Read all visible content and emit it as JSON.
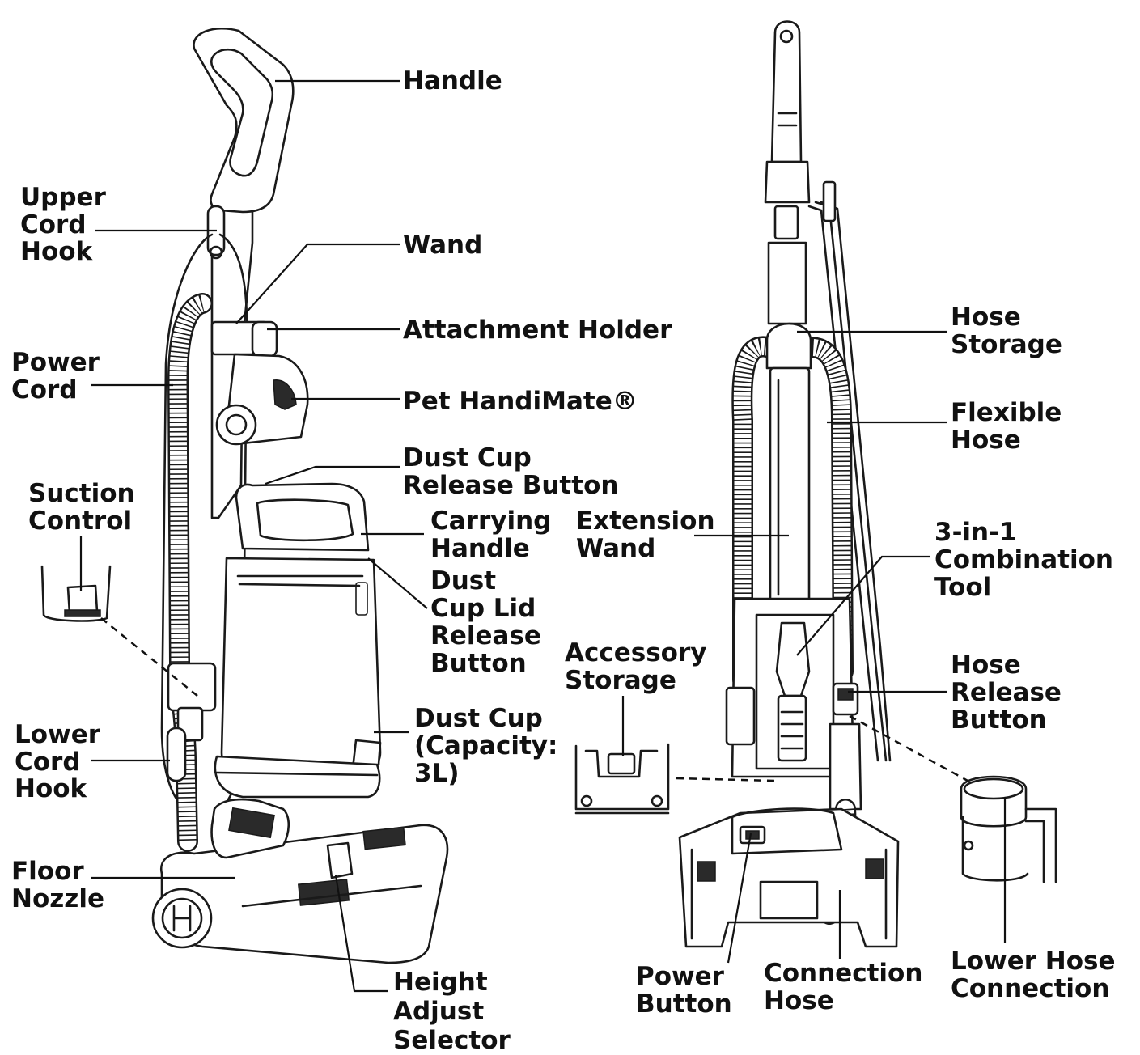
{
  "labels": {
    "handle": [
      "Handle"
    ],
    "upper_cord_hook": [
      "Upper",
      "Cord",
      "Hook"
    ],
    "wand": [
      "Wand"
    ],
    "attachment_holder": [
      "Attachment Holder"
    ],
    "power_cord": [
      "Power",
      "Cord"
    ],
    "pet_handimate": [
      "Pet HandiMate®"
    ],
    "dust_cup_release_button": [
      "Dust Cup",
      "Release Button"
    ],
    "suction_control": [
      "Suction",
      "Control"
    ],
    "carrying_handle": [
      "Carrying",
      "Handle"
    ],
    "dust_cup_lid_release_button": [
      "Dust",
      "Cup Lid",
      "Release",
      "Button"
    ],
    "dust_cup": [
      "Dust Cup",
      "(Capacity:",
      "3L)"
    ],
    "lower_cord_hook": [
      "Lower",
      "Cord",
      "Hook"
    ],
    "floor_nozzle": [
      "Floor",
      "Nozzle"
    ],
    "height_adjust_selector": [
      "Height",
      "Adjust",
      "Selector"
    ],
    "hose_storage": [
      "Hose",
      "Storage"
    ],
    "flexible_hose": [
      "Flexible",
      "Hose"
    ],
    "extension_wand": [
      "Extension",
      "Wand"
    ],
    "combination_tool": [
      "3-in-1",
      "Combination",
      "Tool"
    ],
    "accessory_storage": [
      "Accessory",
      "Storage"
    ],
    "hose_release_button": [
      "Hose",
      "Release",
      "Button"
    ],
    "power_button": [
      "Power",
      "Button"
    ],
    "connection_hose": [
      "Connection",
      "Hose"
    ],
    "lower_hose_connection": [
      "Lower Hose",
      "Connection"
    ]
  }
}
